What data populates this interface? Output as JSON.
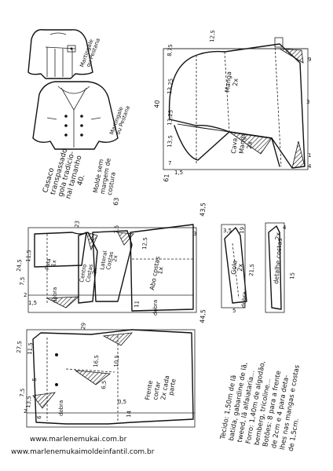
{
  "meta": {
    "title_lines": [
      "Casaco",
      "transpassado",
      "gola tradicio-",
      "nal tamanho",
      "40."
    ],
    "seam_note": [
      "Molde sem",
      "margem de",
      "costura"
    ],
    "sketch_labels": [
      "Martingale",
      "ou Pestana",
      "Martingale",
      "ou Pestana"
    ]
  },
  "sleeve": {
    "name": "Manga",
    "qty": "2x",
    "under_name": "Cava",
    "under_name2": "Manga",
    "under_qty": "2x",
    "dims": {
      "top": "12,5",
      "height": "40",
      "cap_a": "13,25",
      "cap_b": "13,25",
      "w1": "8,75",
      "w2": "13,5",
      "side": "61",
      "b1": "7",
      "b2": "1,5",
      "c1": "3",
      "c2": "9",
      "c3": "1",
      "c4": "4"
    }
  },
  "back": {
    "name_a": "Pala",
    "qty_a": "1x",
    "name_b": "Centro",
    "name_b2": "Costas",
    "qty_b": "2x",
    "name_c": "Lateral",
    "name_c2": "Costas",
    "qty_c": "2x",
    "name_d": "Abo costas",
    "qty_d": "1x",
    "fold": "dobra",
    "dims": {
      "width": "43,5",
      "d1": "23",
      "d2": "24,5",
      "d3": "11,5",
      "d4": "7,5",
      "d5": "12,5",
      "d6": "2",
      "d7": "1,5",
      "d8": "63",
      "d9": "7,5",
      "d10": "11",
      "d11": "3"
    }
  },
  "front": {
    "name": "Frente",
    "line2": "cortar",
    "line3": "2x cada",
    "line4": "parte",
    "fold": "dobra",
    "dims": {
      "width": "44,5",
      "d1": "29",
      "d2": "27,5",
      "d3": "11,5",
      "d4": "7,5",
      "d5": "16,5",
      "d6": "10,5",
      "d7": "6,5",
      "d8": "5",
      "d9": "2",
      "d10": "13,5",
      "d11": "6",
      "d12": "14",
      "d13": "0,5"
    }
  },
  "collar": {
    "name": "Gola",
    "qty": "2x",
    "fold": "dobra",
    "dims": {
      "d1": "19",
      "d2": "21,5",
      "d3": "3,5",
      "d4": "5"
    }
  },
  "detail": {
    "name": "detalhe costas",
    "qty": "2x",
    "dims": {
      "d1": "15",
      "d2": "4"
    }
  },
  "materials": {
    "lines": [
      "Tecido: 1,50m de lã",
      "batida, gabardine de lã,",
      "tweed, lã alfaiataria...",
      "Forro: 1,40m de algodão,",
      "bemberg, tricoline...",
      "Botões: 8 para a frente",
      "de 2cm e 4 para deta-",
      "lhes nas mangas e costas",
      "de 1,5cm."
    ]
  },
  "footer": {
    "url1": "www.marlenemukai.com.br",
    "url2": "www.marlenemukaimoldeinfantil.com.br"
  }
}
